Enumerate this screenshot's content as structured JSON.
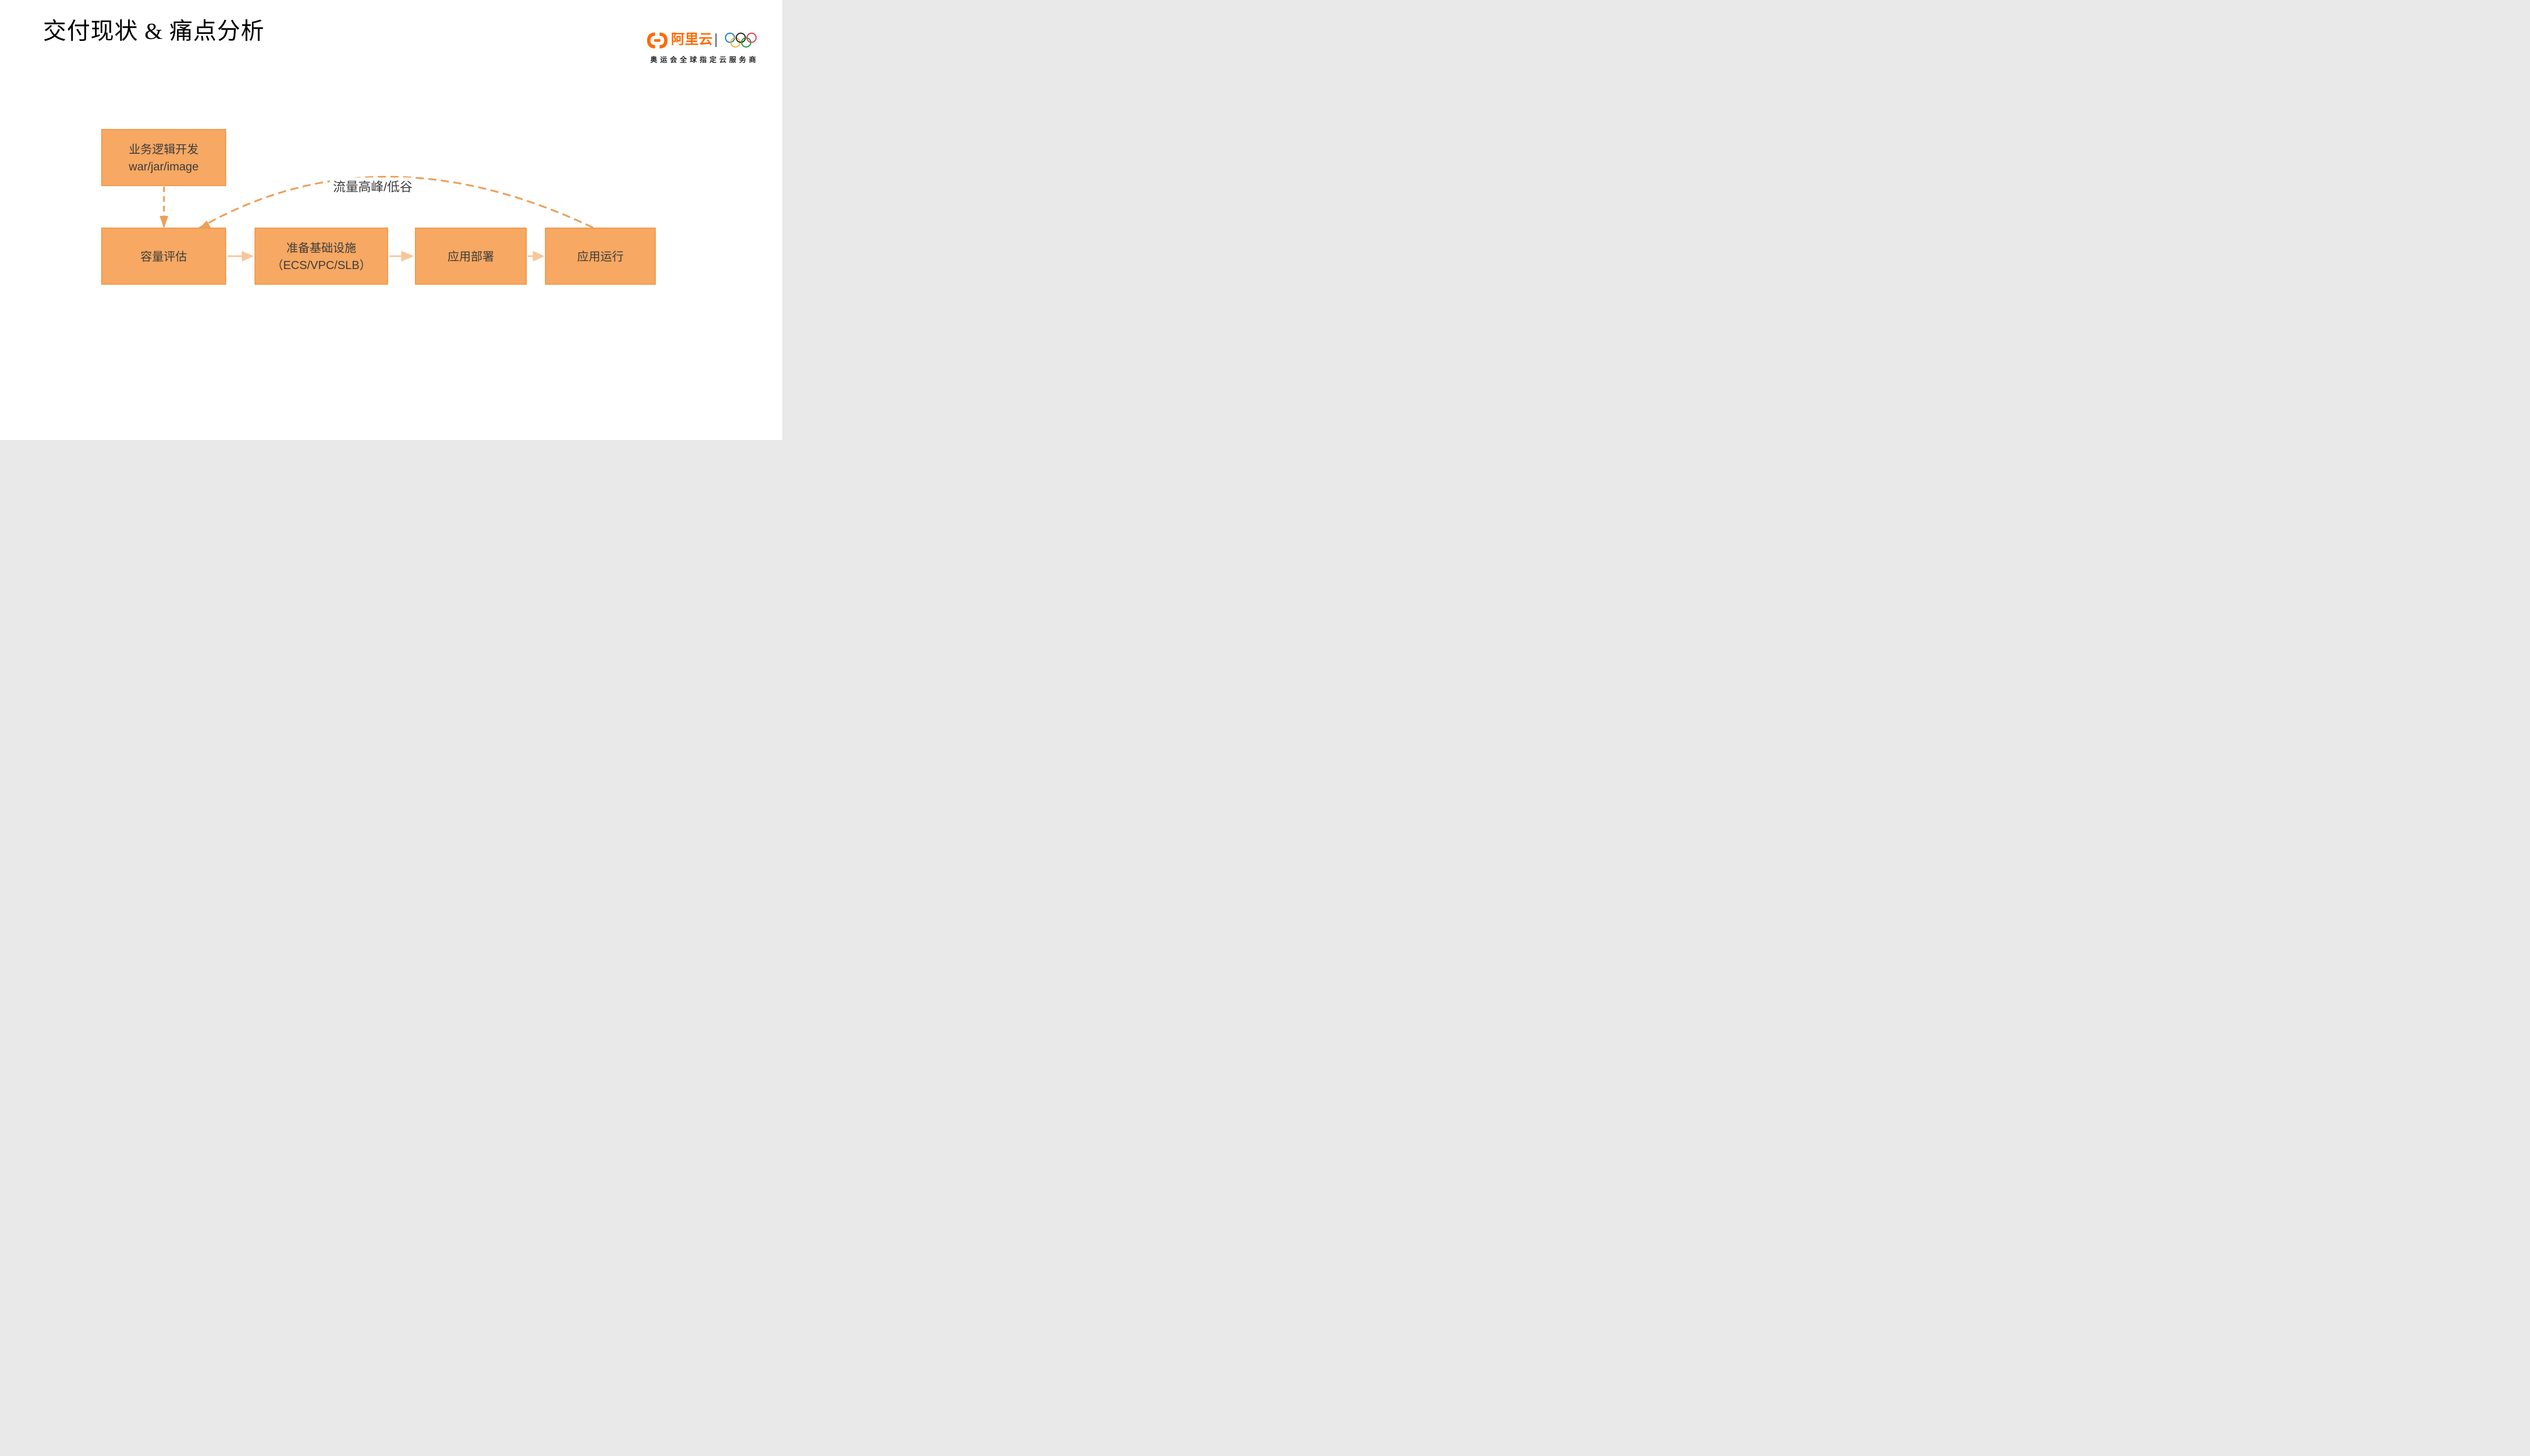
{
  "slide": {
    "title": "交付现状 & 痛点分析"
  },
  "brand": {
    "wordmark": "阿里云",
    "tagline": "奥运会全球指定云服务商",
    "logo_icon": "alibaba-cloud-brackets",
    "rings_icon": "olympic-rings"
  },
  "flow": {
    "nodes": [
      {
        "id": "dev",
        "lines": [
          "业务逻辑开发",
          "war/jar/image"
        ]
      },
      {
        "id": "capacity",
        "lines": [
          "容量评估"
        ]
      },
      {
        "id": "infra",
        "lines": [
          "准备基础设施",
          "（ECS/VPC/SLB）"
        ]
      },
      {
        "id": "deploy",
        "lines": [
          "应用部署"
        ]
      },
      {
        "id": "run",
        "lines": [
          "应用运行"
        ]
      }
    ],
    "feedback_label": "流量高峰/低谷",
    "connections": [
      {
        "from": "dev",
        "to": "capacity",
        "style": "dashed-arrow"
      },
      {
        "from": "capacity",
        "to": "infra",
        "style": "solid-arrow"
      },
      {
        "from": "infra",
        "to": "deploy",
        "style": "solid-arrow"
      },
      {
        "from": "deploy",
        "to": "run",
        "style": "solid-arrow"
      },
      {
        "from": "run",
        "to": "capacity",
        "style": "dashed-arc-arrow",
        "label": "流量高峰/低谷"
      }
    ]
  },
  "colors": {
    "slide_bg": "#FFFFFF",
    "title_text": "#000000",
    "alibaba_orange": "#FF6A00",
    "tagline_text": "#262626",
    "divider": "#4A4A4A",
    "box_fill": "#F7A862",
    "box_border": "#F0994C",
    "box_text": "#3C3C3C",
    "dash_arrow": "#EE9F58",
    "flow_arrow": "#F8C598",
    "ring_blue": "#1F7EC2",
    "ring_black": "#2E2418",
    "ring_red": "#DC4052",
    "ring_yellow": "#EEB62F",
    "ring_green": "#149C44"
  }
}
